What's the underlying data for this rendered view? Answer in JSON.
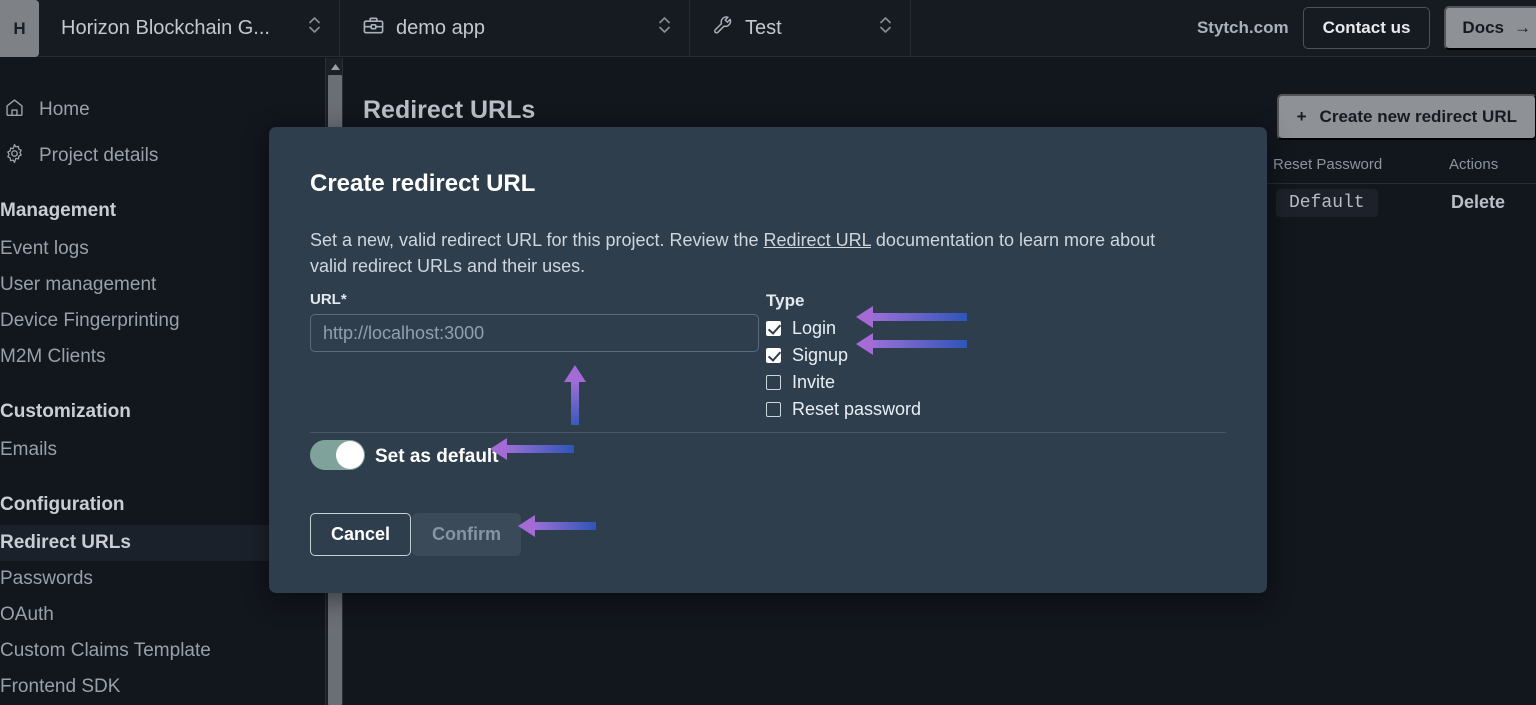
{
  "topbar": {
    "logo_initial": "H",
    "tabs": [
      {
        "label": "Horizon Blockchain G...",
        "icon": "none"
      },
      {
        "label": "demo app",
        "icon": "toolbox-icon"
      },
      {
        "label": "Test",
        "icon": "wrench-icon"
      }
    ],
    "stytch_link": "Stytch.com",
    "contact_label": "Contact us",
    "docs_label": "Docs",
    "docs_arrow": "→"
  },
  "sidebar": {
    "top_items": [
      {
        "label": "Home",
        "icon": "home-icon"
      },
      {
        "label": "Project details",
        "icon": "gear-icon"
      }
    ],
    "groups": [
      {
        "title": "Management",
        "items": [
          "Event logs",
          "User management",
          "Device Fingerprinting",
          "M2M Clients"
        ]
      },
      {
        "title": "Customization",
        "items": [
          "Emails"
        ]
      },
      {
        "title": "Configuration",
        "items": [
          "Redirect URLs",
          "Passwords",
          "OAuth",
          "Custom Claims Template",
          "Frontend SDK"
        ]
      }
    ],
    "active_item": "Redirect URLs"
  },
  "main": {
    "page_title": "Redirect URLs",
    "create_button": {
      "plus": "+",
      "label": "Create new redirect URL"
    },
    "table": {
      "columns": [
        "Reset Password",
        "Actions"
      ],
      "rows": [
        {
          "reset_password": "Default",
          "actions": "Delete"
        }
      ]
    }
  },
  "modal": {
    "title": "Create redirect URL",
    "description_before": "Set a new, valid redirect URL for this project. Review the ",
    "description_link": "Redirect URL",
    "description_after": " documentation to learn more about valid redirect URLs and their uses.",
    "url_field": {
      "label": "URL*",
      "value": "",
      "placeholder": "http://localhost:3000"
    },
    "type": {
      "label": "Type",
      "options": [
        {
          "label": "Login",
          "checked": true
        },
        {
          "label": "Signup",
          "checked": true
        },
        {
          "label": "Invite",
          "checked": false
        },
        {
          "label": "Reset password",
          "checked": false
        }
      ]
    },
    "set_as_default": {
      "label": "Set as default",
      "on": true
    },
    "cancel_label": "Cancel",
    "confirm_label": "Confirm"
  },
  "annotations": {
    "arrow_login": "points-at-login-checkbox",
    "arrow_signup": "points-at-signup-checkbox",
    "arrow_url": "points-at-url-input",
    "arrow_default": "points-at-set-as-default-toggle",
    "arrow_confirm": "points-at-confirm-button"
  },
  "colors": {
    "page_bg": "#12161d",
    "modal_bg": "#2e3e4d",
    "accent_toggle": "#7fa29a",
    "arrow_purple": "#a46ad6",
    "arrow_blue": "#2e55b9",
    "button_gray": "#8e9297"
  }
}
